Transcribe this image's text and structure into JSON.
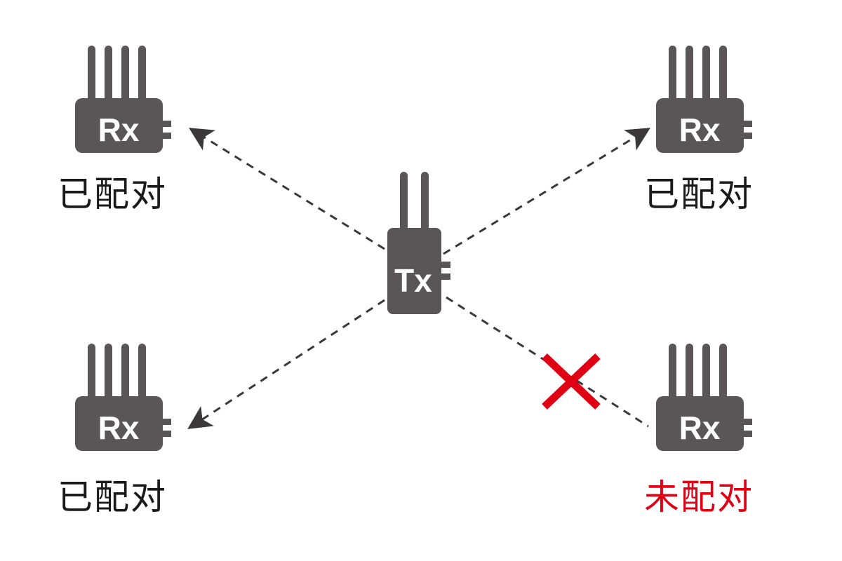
{
  "colors": {
    "device": "#5a5657",
    "device_text": "#ffffff",
    "link": "#3a3839",
    "paired_text": "#1a1a1a",
    "unpaired": "#e00014"
  },
  "transmitter": {
    "label": "Tx",
    "antennas": 2
  },
  "receivers": [
    {
      "id": "top-left",
      "label": "Rx",
      "antennas": 4,
      "status": "已配对",
      "paired": true
    },
    {
      "id": "top-right",
      "label": "Rx",
      "antennas": 4,
      "status": "已配对",
      "paired": true
    },
    {
      "id": "bottom-left",
      "label": "Rx",
      "antennas": 4,
      "status": "已配对",
      "paired": true
    },
    {
      "id": "bottom-right",
      "label": "Rx",
      "antennas": 4,
      "status": "未配对",
      "paired": false
    }
  ],
  "links": [
    {
      "to": "top-left",
      "style": "dashed-arrow",
      "blocked": false
    },
    {
      "to": "top-right",
      "style": "dashed-arrow",
      "blocked": false
    },
    {
      "to": "bottom-left",
      "style": "dashed-arrow",
      "blocked": false
    },
    {
      "to": "bottom-right",
      "style": "dashed",
      "blocked": true,
      "blocked_icon": "cross-icon"
    }
  ]
}
